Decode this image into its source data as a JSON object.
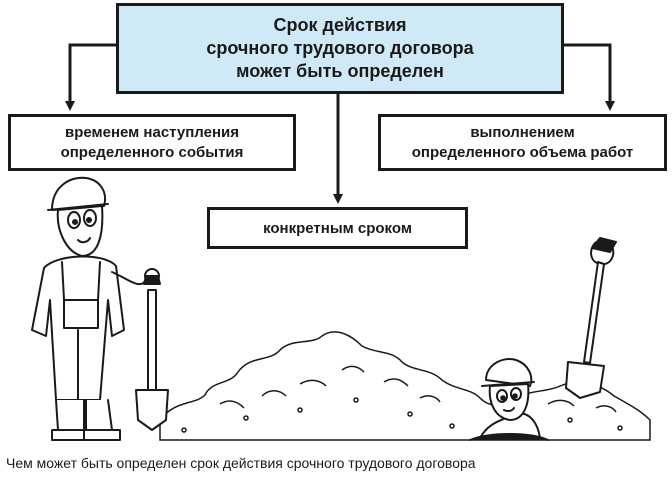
{
  "diagram": {
    "root": {
      "lines": [
        "Срок действия",
        "срочного трудового договора",
        "может быть определен"
      ]
    },
    "branches": [
      {
        "id": "left",
        "lines": [
          "временем наступления",
          "определенного события"
        ]
      },
      {
        "id": "center",
        "lines": [
          "конкретным сроком"
        ]
      },
      {
        "id": "right",
        "lines": [
          "выполнением",
          "определенного объема работ"
        ]
      }
    ]
  },
  "caption": "Чем может быть определен срок действия срочного трудового договора",
  "colors": {
    "root_fill": "#cfe9f7",
    "stroke": "#1a1a1a"
  },
  "illustration": {
    "figures": [
      "standing-worker-with-shovel",
      "worker-in-trench",
      "shovel-in-dirt-pile"
    ]
  }
}
